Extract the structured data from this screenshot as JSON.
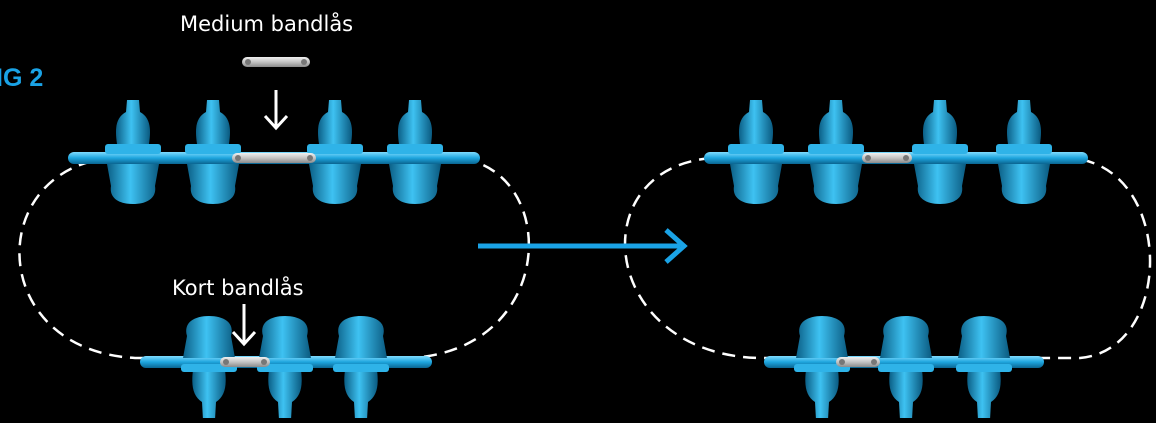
{
  "figure_label": "IG 2",
  "labels": {
    "medium_lock": "Medium bandlås",
    "short_lock": "Kort bandlås"
  },
  "colors": {
    "background": "#000000",
    "chain_blue": "#1aa3e6",
    "lock_gray": "#c9c9c9",
    "loop_dash": "#ffffff",
    "arrow_blue": "#1aa3e6"
  }
}
